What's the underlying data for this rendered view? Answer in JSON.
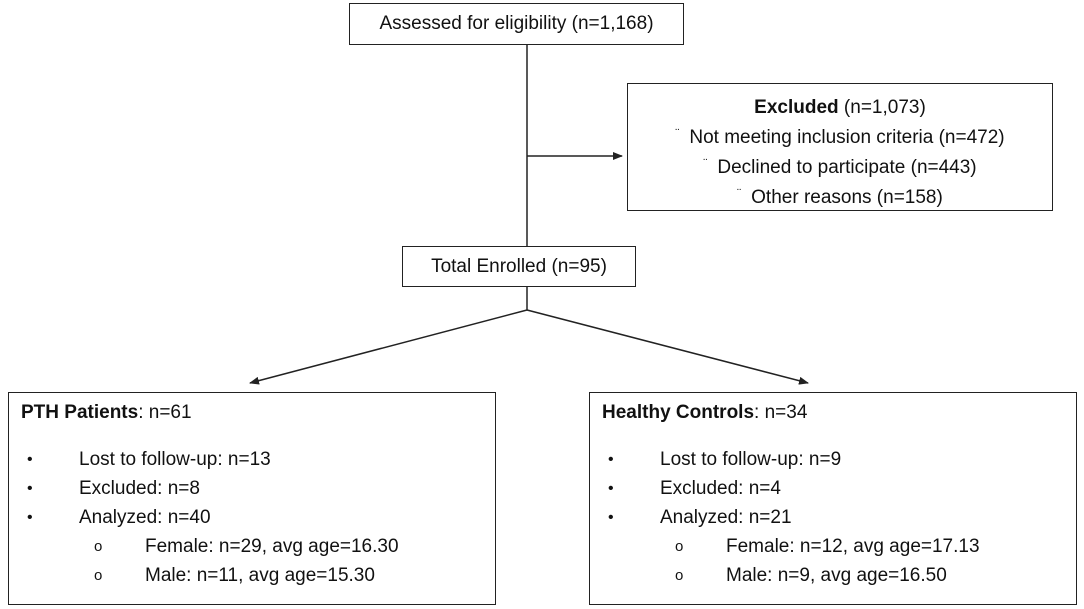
{
  "assessed": {
    "label": "Assessed for eligibility (n=1,168)"
  },
  "excluded": {
    "title": "Excluded",
    "count": " (n=1,073)",
    "bullet_mark": "¨",
    "reasons": [
      "Not meeting inclusion criteria (n=472)",
      "Declined to participate (n=443)",
      "Other reasons (n=158)"
    ]
  },
  "enrolled": {
    "label": "Total Enrolled (n=95)"
  },
  "groups": [
    {
      "title": "PTH Patients",
      "count": ": n=61",
      "bullet": "•",
      "sub_bullet": "o",
      "items": [
        "Lost to follow-up: n=13",
        "Excluded: n=8",
        "Analyzed: n=40"
      ],
      "sub_items": [
        "Female: n=29, avg age=16.30",
        "Male: n=11, avg age=15.30"
      ]
    },
    {
      "title": "Healthy Controls",
      "count": ": n=34",
      "bullet": "•",
      "sub_bullet": "o",
      "items": [
        "Lost to follow-up: n=9",
        "Excluded: n=4",
        "Analyzed: n=21"
      ],
      "sub_items": [
        "Female: n=12, avg age=17.13",
        "Male: n=9, avg age=16.50"
      ]
    }
  ],
  "colors": {
    "line": "#222222",
    "text": "#111111",
    "background": "#ffffff"
  }
}
